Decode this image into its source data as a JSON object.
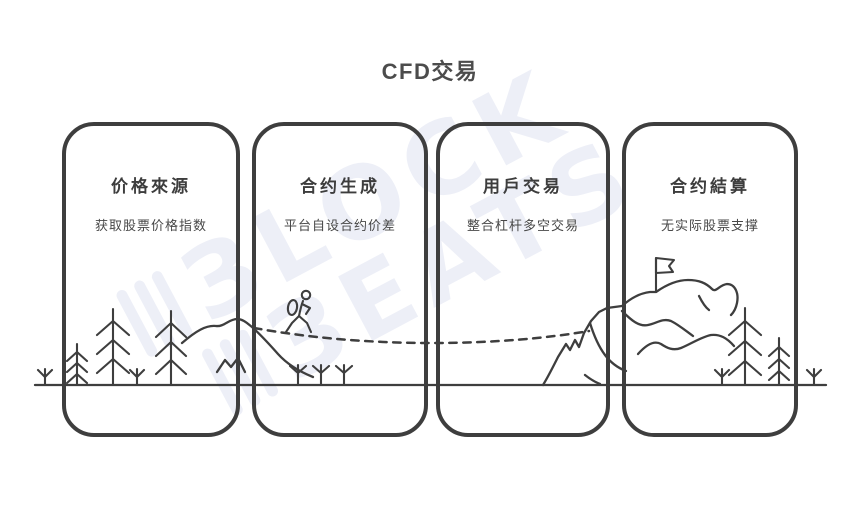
{
  "title": "CFD交易",
  "watermark": {
    "word1": "ЗLOCK",
    "word2": "ЗEATS"
  },
  "cards": [
    {
      "title": "价格來源",
      "subtitle": "获取股票价格指数"
    },
    {
      "title": "合约生成",
      "subtitle": "平台自设合约价差"
    },
    {
      "title": "用戶交易",
      "subtitle": "整合杠杆多空交易"
    },
    {
      "title": "合约結算",
      "subtitle": "无实际股票支撑"
    }
  ],
  "colors": {
    "ink": "#3e3e3e",
    "title_text": "#4c4c4c",
    "watermark": "#edeff7",
    "background": "#ffffff"
  },
  "icons": [
    "equalizer-bars-icon",
    "pine-tree-icon",
    "shrub-icon",
    "hiker-icon",
    "trail-dashed-path",
    "mountain-icon",
    "flag-icon",
    "ground-line"
  ]
}
